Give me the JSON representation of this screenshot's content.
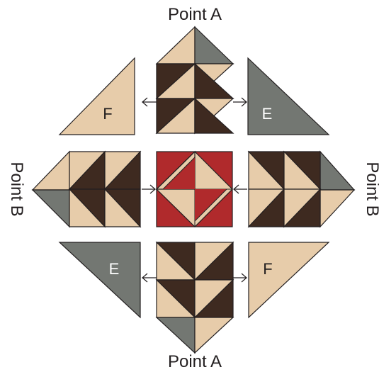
{
  "labels": {
    "point_a_top": "Point A",
    "point_a_bottom": "Point A",
    "point_b_left": "Point B",
    "point_b_right": "Point B"
  },
  "pieces": {
    "top_left": "F",
    "top_right": "E",
    "bottom_left": "E",
    "bottom_right": "F"
  },
  "colors": {
    "tan": "#e7ccaa",
    "dark_brown": "#3e2a20",
    "gray": "#737772",
    "red": "#b02a2c",
    "outline": "#231f20",
    "light_piece_text": "#231f20",
    "dark_piece_text": "#ffffff"
  }
}
